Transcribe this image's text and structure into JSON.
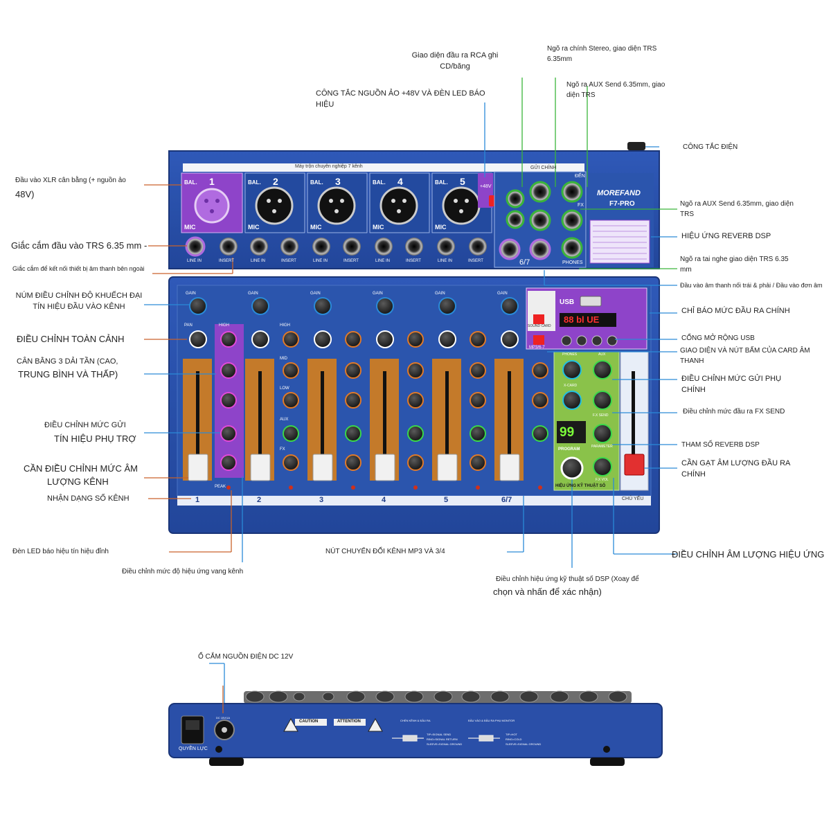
{
  "mixer": {
    "brand": "MOREFAND",
    "model": "F7-PRO",
    "header_strip": "Máy trộn chuyên nghiệp 7 kênh",
    "main_send_label": "GỬI CHÍNH",
    "to_label": "ĐẾN",
    "fx_label": "FX",
    "phones_label": "PHONES",
    "phantom_label": "+48V",
    "mic_label": "MIC",
    "bal_label": "BAL.",
    "line_in": "LINE IN",
    "insert": "INSERT",
    "ch67_jack": "6/7",
    "channel_numbers": [
      "1",
      "2",
      "3",
      "4",
      "5"
    ],
    "strip_numbers": [
      "1",
      "2",
      "3",
      "4",
      "5",
      "6/7"
    ],
    "knob_labels": {
      "gain": "GAIN",
      "pan": "PAN",
      "high": "HIGH",
      "mid": "MID",
      "low": "LOW",
      "aux": "AUX",
      "fx": "FX",
      "peak": "PEAK"
    },
    "usb": "USB",
    "sound_card": "SOUND CARD",
    "mp3_button": "MP3/6-7",
    "usb_display": "88 bl UE",
    "dsp_number": "99",
    "program": "PROGRAM",
    "dsp_section": "HIỆU ỨNG KỸ THUẬT SỐ",
    "main_label": "CHỦ YẾU",
    "dsp_knobs": {
      "phones": "PHONES",
      "aux": "AUX",
      "x_card": "X-CARD",
      "fx_send": "F.X SEND",
      "parameter": "PARAMETER",
      "fx_vol": "F.X VOL"
    }
  },
  "annotations": {
    "rca": "Giao diện đầu ra RCA ghi CD/băng",
    "stereo_out": "Ngõ ra chính Stereo, giao diện TRS 6.35mm",
    "aux_send_top": "Ngõ ra AUX Send 6.35mm, giao diện TRS",
    "phantom": "CÔNG TẮC NGUỒN ẢO +48V VÀ ĐÈN LED BÁO HIỆU",
    "power_switch": "CÔNG TẮC ĐIỆN",
    "xlr": "Đầu vào XLR cân bằng (+ nguồn ảo",
    "xlr_b": "48V)",
    "trs_in": "Giắc cắm đầu vào TRS 6.35 mm -",
    "insert": "Giắc cắm để kết nối thiết bị âm thanh bên ngoài",
    "aux_send_right": "Ngõ ra AUX Send 6.35mm, giao diện TRS",
    "reverb": "HIỆU ỨNG REVERB DSP",
    "headphone": "Ngõ ra tai nghe giao diện TRS 6.35 mm",
    "lr_input": "Đầu vào âm thanh nối trái & phải / Đầu vào đơn âm",
    "gain": "NÚM ĐIỀU CHỈNH ĐỘ KHUẾCH ĐẠI TÍN HIỆU ĐẦU VÀO KÊNH",
    "main_meter": "CHỈ BÁO MỨC ĐẦU RA CHÍNH",
    "pan": "ĐIỀU CHỈNH TOÀN CẢNH",
    "usb_port": "CỔNG MỞ RỘNG USB",
    "eq_a": "CÂN BẰNG 3 DẢI TẦN (CAO,",
    "eq_b": "TRUNG BÌNH VÀ THẤP)",
    "soundcard": "GIAO DIỆN VÀ NÚT BẤM CỦA CARD ÂM THANH",
    "aux_main": "ĐIỀU CHỈNH MỨC GỬI PHỤ CHÍNH",
    "fx_send": "Điều chỉnh mức đầu ra FX SEND",
    "aux_a": "ĐIỀU CHỈNH MỨC GỬI",
    "aux_b": "TÍN HIỆU PHỤ TRỢ",
    "reverb_param": "THAM SỐ REVERB DSP",
    "fader_a": "CẦN ĐIỀU CHỈNH MỨC ÂM",
    "fader_b": "LƯỢNG KÊNH",
    "main_fader": "CẦN GẠT ÂM LƯỢNG ĐẦU RA CHÍNH",
    "ch_number": "NHẬN DẠNG SỐ KÊNH",
    "peak_led": "Đèn LED báo hiệu tín hiệu đỉnh",
    "mp3_switch": "NÚT CHUYỂN ĐỔI KÊNH MP3 VÀ 3/4",
    "fx_vol": "ĐIỀU CHỈNH ÂM LƯỢNG HIỆU ỨNG",
    "ch_reverb": "Điều chỉnh mức độ hiệu ứng vang kênh",
    "dsp_a": "Điều chỉnh hiệu ứng kỹ thuật số DSP (Xoay để",
    "dsp_b": "chọn và nhấn để xác nhận)",
    "dc_power": "Ổ CẮM NGUỒN ĐIỆN DC 12V"
  },
  "back_panel": {
    "switch_label": "QUYỀN LỰC",
    "dc_label": "DC 15V/1A",
    "caution": "CAUTION",
    "attention": "ATTENTION",
    "channel_io": "CHẾN KÊNH & ĐẦU RA",
    "aux_io": "ĐẦU VÀO & ĐẦU RA PHỤ MONITOR",
    "tip_send": "TIP=SIGNAL SEND",
    "ring_return": "RING=SIGNAL RETURN",
    "sleeve_ground": "SLEEVE=SIGNAL GROUND",
    "tip_hot": "TIP=HOT",
    "ring_cold": "RING=COLD",
    "sleeve_ground2": "SLEEVE=SIGNAL GROUND"
  },
  "colors": {
    "body": "#2a4fa8",
    "body_dark": "#1c3a86",
    "purple": "#8e44c9",
    "strip_orange": "#c47a2a",
    "green_panel": "#8ac24a",
    "line_orange": "#c9622a",
    "line_blue": "#2a8ad8",
    "line_green": "#3ab53a"
  }
}
